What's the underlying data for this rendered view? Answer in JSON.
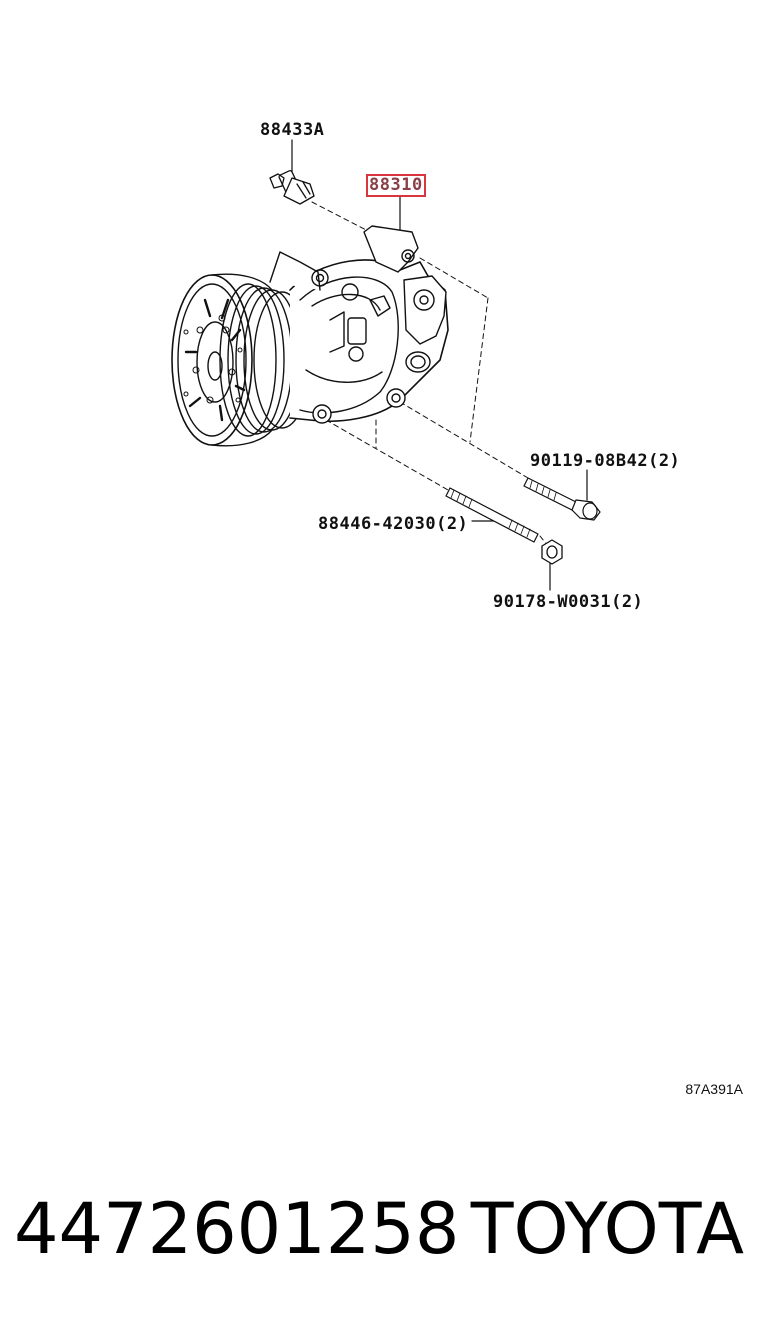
{
  "diagram": {
    "callouts": [
      {
        "id": "88433A",
        "text": "88433A"
      },
      {
        "id": "88310",
        "text": "88310",
        "highlighted": true
      },
      {
        "id": "90119",
        "text": "90119-08B42(2)"
      },
      {
        "id": "88446",
        "text": "88446-42030(2)"
      },
      {
        "id": "90178",
        "text": "90178-W0031(2)"
      }
    ],
    "figure_code": "87A391A",
    "highlight_color": "#d9353f"
  },
  "footer": {
    "part_number": "4472601258",
    "brand": "TOYOTA"
  }
}
